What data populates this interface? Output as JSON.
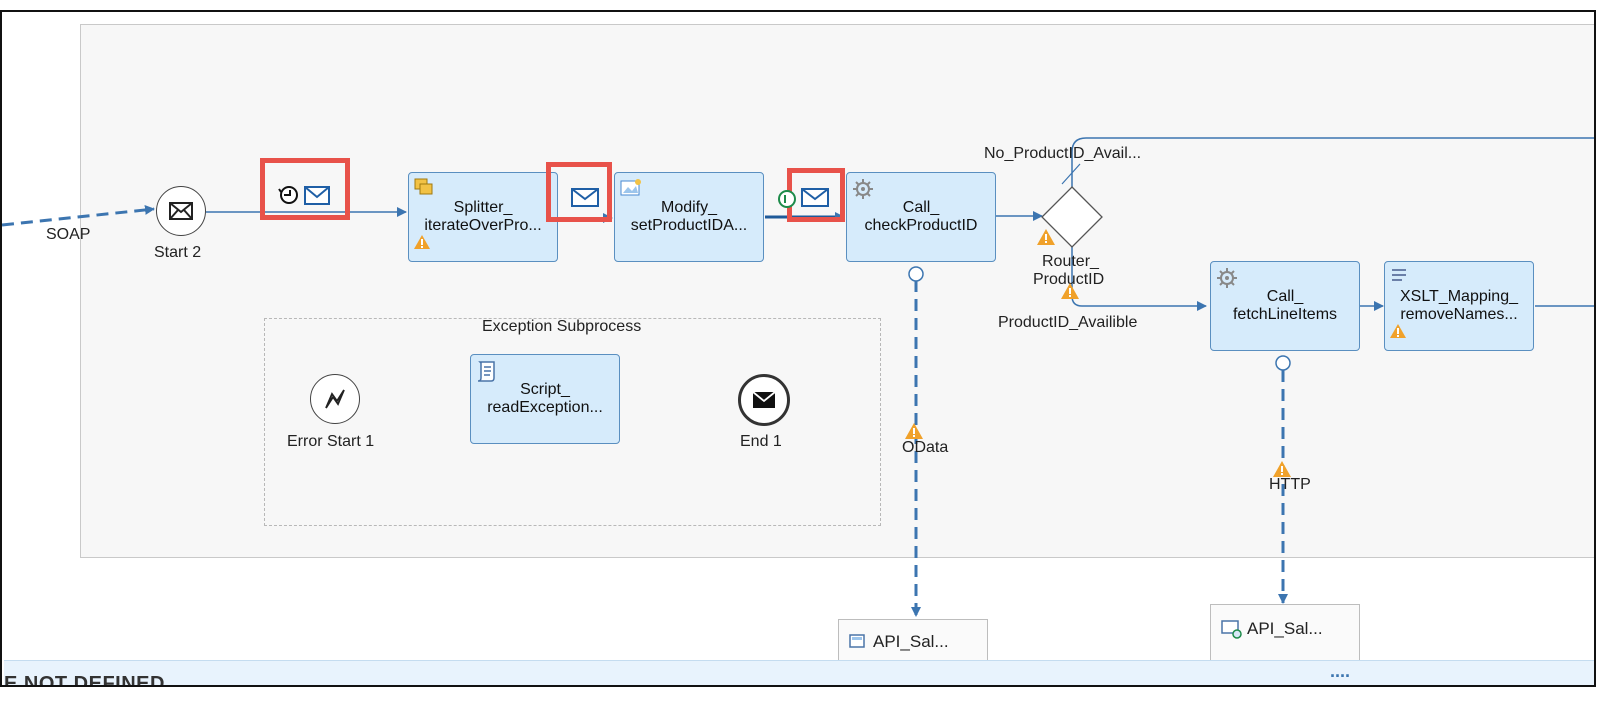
{
  "flow": {
    "soap_label": "SOAP",
    "start_event_label": "Start 2",
    "splitter": {
      "line1": "Splitter_",
      "line2": "iterateOverPro..."
    },
    "modify": {
      "line1": "Modify_",
      "line2": "setProductIDA..."
    },
    "call_check": {
      "line1": "Call_",
      "line2": "checkProductID"
    },
    "router": {
      "line1": "Router_",
      "line2": "ProductID"
    },
    "no_product_label": "No_ProductID_Avail...",
    "product_available_label": "ProductID_Availible",
    "call_fetch": {
      "line1": "Call_",
      "line2": "fetchLineItems"
    },
    "xslt": {
      "line1": "XSLT_Mapping_",
      "line2": "removeNames..."
    },
    "odata_label": "OData",
    "http_label": "HTTP",
    "target1_label": "API_Sal...",
    "target2_label": "API_Sal..."
  },
  "exception_subprocess": {
    "title": "Exception Subprocess",
    "error_start_label": "Error Start 1",
    "script": {
      "line1": "Script_",
      "line2": "readException..."
    },
    "end_label": "End 1"
  },
  "footer": {
    "status_text": "E NOT DEFINED",
    "dots": "...."
  },
  "colors": {
    "task_fill": "#d6ebfb",
    "connector": "#3c75b0",
    "highlight": "#e8524a",
    "warning": "#f0a12a"
  },
  "icons": [
    "envelope-icon",
    "timer-icon",
    "splitter-icon",
    "content-modifier-icon",
    "gear-icon",
    "script-icon",
    "mapping-icon",
    "warning-icon",
    "error-icon",
    "sender-envelope-icon"
  ]
}
